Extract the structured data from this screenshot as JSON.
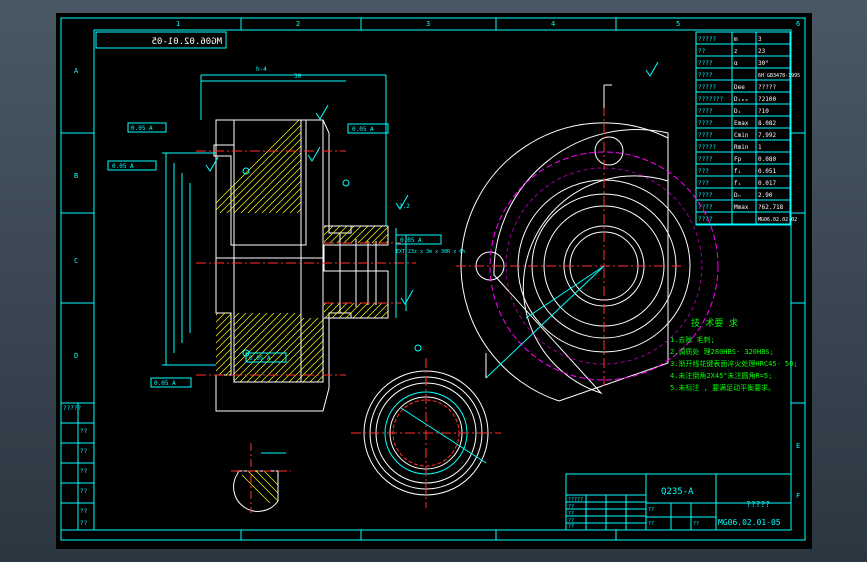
{
  "drawing": {
    "title_mirrored": "MG06.02.01-05",
    "zone_cols": [
      "1",
      "2",
      "3",
      "4",
      "5",
      "6"
    ],
    "zone_rows": [
      "A",
      "B",
      "C",
      "D",
      "E",
      "F"
    ]
  },
  "param_table": {
    "rows": [
      {
        "label": "?????",
        "symbol": "m",
        "value": "3"
      },
      {
        "label": "??",
        "symbol": "z",
        "value": "23"
      },
      {
        "label": "????",
        "symbol": "α",
        "value": "30°"
      },
      {
        "label": "????",
        "symbol": "",
        "value": "6H GB3478-1995"
      },
      {
        "label": "?????",
        "symbol": "Dee",
        "value": "?????"
      },
      {
        "label": "???????",
        "symbol": "Dᵢₑₑ",
        "value": "?2100"
      },
      {
        "label": "????",
        "symbol": "Dᵢ",
        "value": "?10"
      },
      {
        "label": "????",
        "symbol": "Emax",
        "value": "8.082"
      },
      {
        "label": "????",
        "symbol": "Cmin",
        "value": "7.992"
      },
      {
        "label": "?????",
        "symbol": "Rmin",
        "value": "1"
      },
      {
        "label": "????",
        "symbol": "Fp",
        "value": "0.080"
      },
      {
        "label": "???",
        "symbol": "fᵢ",
        "value": "0.051"
      },
      {
        "label": "???",
        "symbol": "fᵢ",
        "value": "0.017"
      },
      {
        "label": "????",
        "symbol": "Dₕ",
        "value": "2.90"
      },
      {
        "label": "????",
        "symbol": "Mmax",
        "value": "?62.718"
      },
      {
        "label": "????",
        "symbol": "",
        "value": "MG06.02.02-02"
      }
    ]
  },
  "tech_notes": {
    "title": "技 术要 求",
    "lines": [
      "1.去除 毛刺;",
      "2.调质处 理280HBS- 320HBS;",
      "3.渐开线花键表面淬火处理HRC45- 50;",
      "4.未注倒角2X45°未注圆角R=5;",
      "5.未标注 , 要满足动平衡要求。"
    ]
  },
  "title_block": {
    "material": "Q235-A",
    "name": "?????",
    "drawing_no": "MG06.02.01-05",
    "left_cells": [
      "?????",
      "??",
      "??",
      "??",
      "??",
      "??",
      "??",
      "??"
    ]
  },
  "left_strip": {
    "top": "?????",
    "cells": [
      "??",
      "??",
      "??",
      "??",
      "??",
      "??"
    ]
  },
  "annotations": {
    "tol_1": "0.05 A",
    "tol_2": "0.05 A",
    "tol_3": "0.05 A",
    "tol_4": "0.05 A",
    "tol_5": "0.05 A",
    "tol_6": "0.05 A",
    "dim_top": "30",
    "dim_top2": "h-4",
    "roughness": "3.2",
    "spline": "EXT 23z x 3m x 30R x 6h"
  },
  "colors": {
    "border": "#00ffff",
    "outline": "#ffffff",
    "dimension": "#00ffff",
    "center": "#ff3030",
    "hatch": "#ffff00",
    "notes": "#00ff00",
    "dashed": "#ff00ff"
  }
}
